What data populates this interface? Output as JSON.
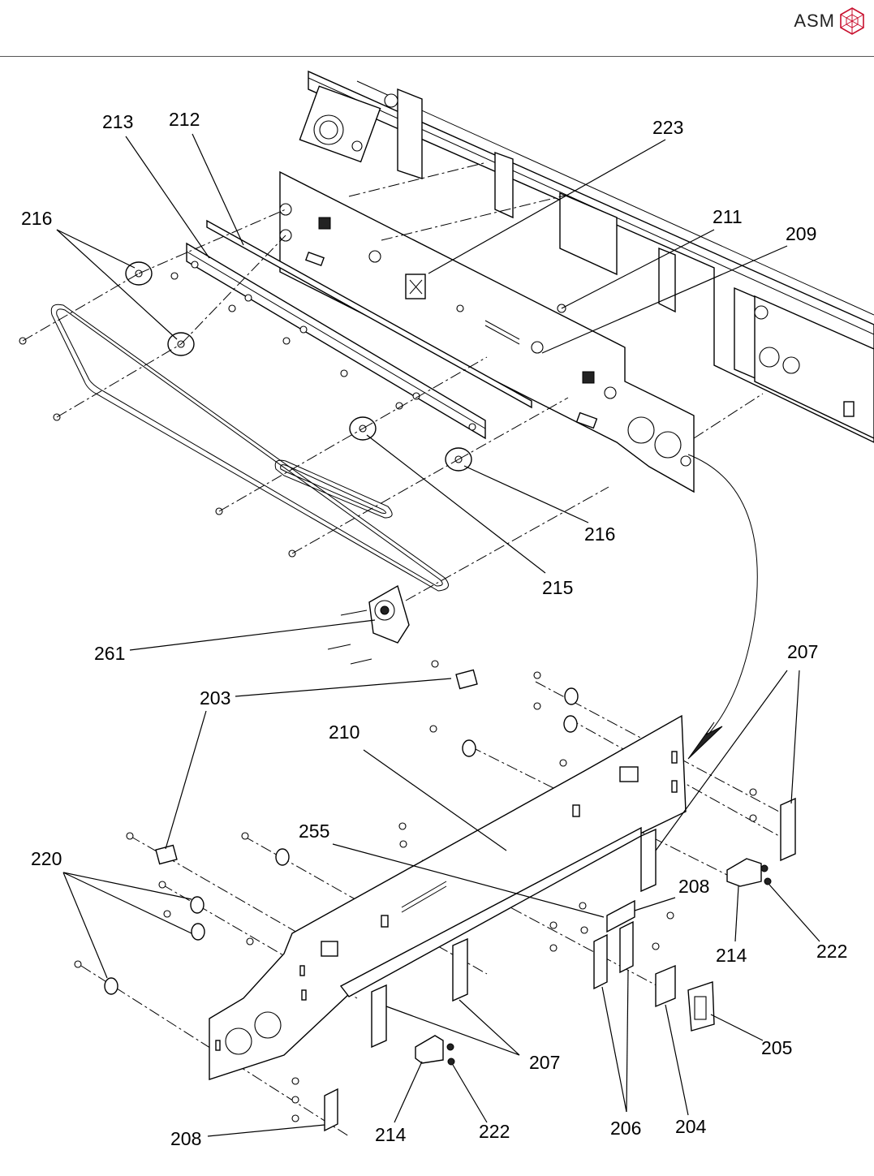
{
  "header": {
    "brand": "ASM",
    "brand_color": "#c8102e",
    "logo_icon": "asm-cube-logo-icon"
  },
  "callouts": {
    "c213": "213",
    "c212": "212",
    "c223": "223",
    "c216a": "216",
    "c211": "211",
    "c209": "209",
    "c216b": "216",
    "c215": "215",
    "c261": "261",
    "c207a": "207",
    "c203": "203",
    "c210": "210",
    "c255": "255",
    "c220": "220",
    "c208a": "208",
    "c214a": "214",
    "c222a": "222",
    "c205": "205",
    "c207b": "207",
    "c208b": "208",
    "c214b": "214",
    "c222b": "222",
    "c206": "206",
    "c204": "204"
  }
}
